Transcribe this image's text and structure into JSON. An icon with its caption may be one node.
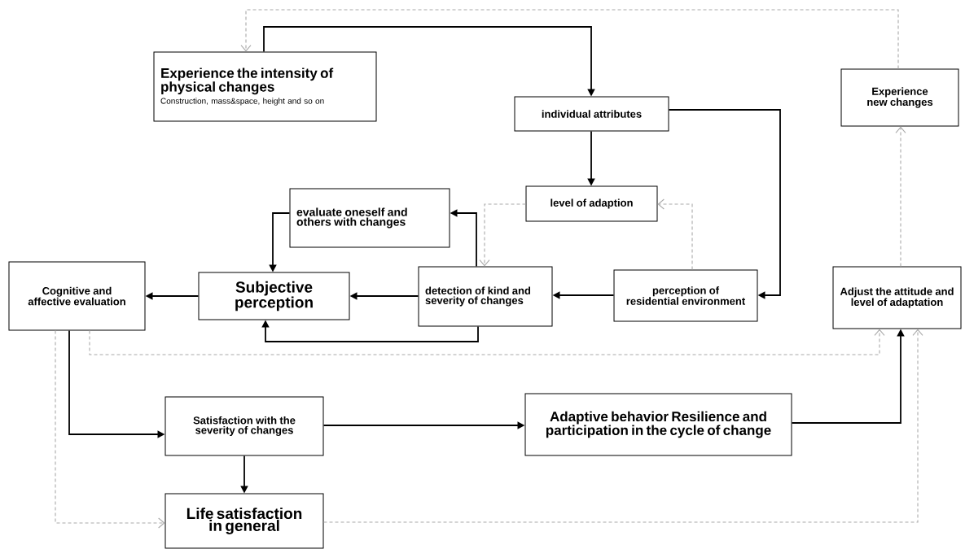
{
  "diagram": {
    "nodes": [
      {
        "text": [
          "Experience the intensity of physical changes",
          "Construction, mass&space, height and so on"
        ]
      },
      {
        "text": [
          "individual attributes"
        ]
      },
      {
        "text": [
          "Experience new changes"
        ]
      },
      {
        "text": [
          "evaluate oneself and others with changes"
        ]
      },
      {
        "text": [
          "level of adaption"
        ]
      },
      {
        "text": [
          "Cognitive and affective evaluation"
        ]
      },
      {
        "text": [
          "Subjective perception"
        ]
      },
      {
        "text": [
          "detection of kind and severity of changes"
        ]
      },
      {
        "text": [
          "perception of residential environment"
        ]
      },
      {
        "text": [
          "Adjust the attitude and level of adaptation"
        ]
      },
      {
        "text": [
          "Satisfaction with the severity  of changes"
        ]
      },
      {
        "text": [
          "Adaptive behavior Resilience and participation in the cycle of change"
        ]
      },
      {
        "text": [
          "Life satisfaction in general"
        ]
      }
    ],
    "edges": [
      {
        "from": 0,
        "to": 1,
        "arrow": "to"
      },
      {
        "from": 2,
        "to": 0,
        "arrow": "to",
        "style": "dashed",
        "color": "#aaaaaa"
      },
      {
        "from": 1,
        "to": 4,
        "arrow": "to"
      },
      {
        "from": 1,
        "to": 8,
        "arrow": "to"
      },
      {
        "from": 4,
        "to": 7,
        "arrow": "to",
        "style": "dashed",
        "color": "#aaaaaa"
      },
      {
        "from": 8,
        "to": 4,
        "arrow": "to",
        "style": "dashed",
        "color": "#aaaaaa"
      },
      {
        "from": 7,
        "to": 3,
        "arrow": "to"
      },
      {
        "from": 3,
        "to": 6,
        "arrow": "to"
      },
      {
        "from": 7,
        "to": 6,
        "arrow": "to"
      },
      {
        "from": 7,
        "to": 6,
        "arrow": "to"
      },
      {
        "from": 8,
        "to": 7,
        "arrow": "to"
      },
      {
        "from": 6,
        "to": 5,
        "arrow": "to"
      },
      {
        "from": 5,
        "to": 9,
        "arrow": "to",
        "style": "dashed",
        "color": "#aaaaaa"
      },
      {
        "from": 5,
        "to": 10,
        "arrow": "to"
      },
      {
        "from": 5,
        "to": 12,
        "arrow": "to",
        "style": "dashed",
        "color": "#aaaaaa"
      },
      {
        "from": 10,
        "to": 11,
        "arrow": "to"
      },
      {
        "from": 10,
        "to": 12,
        "arrow": "to"
      },
      {
        "from": 11,
        "to": 9,
        "arrow": "to"
      },
      {
        "from": 12,
        "to": 9,
        "arrow": "to",
        "style": "dashed",
        "color": "#aaaaaa"
      },
      {
        "from": 9,
        "to": 2,
        "arrow": "to",
        "style": "dashed",
        "color": "#aaaaaa"
      }
    ]
  }
}
